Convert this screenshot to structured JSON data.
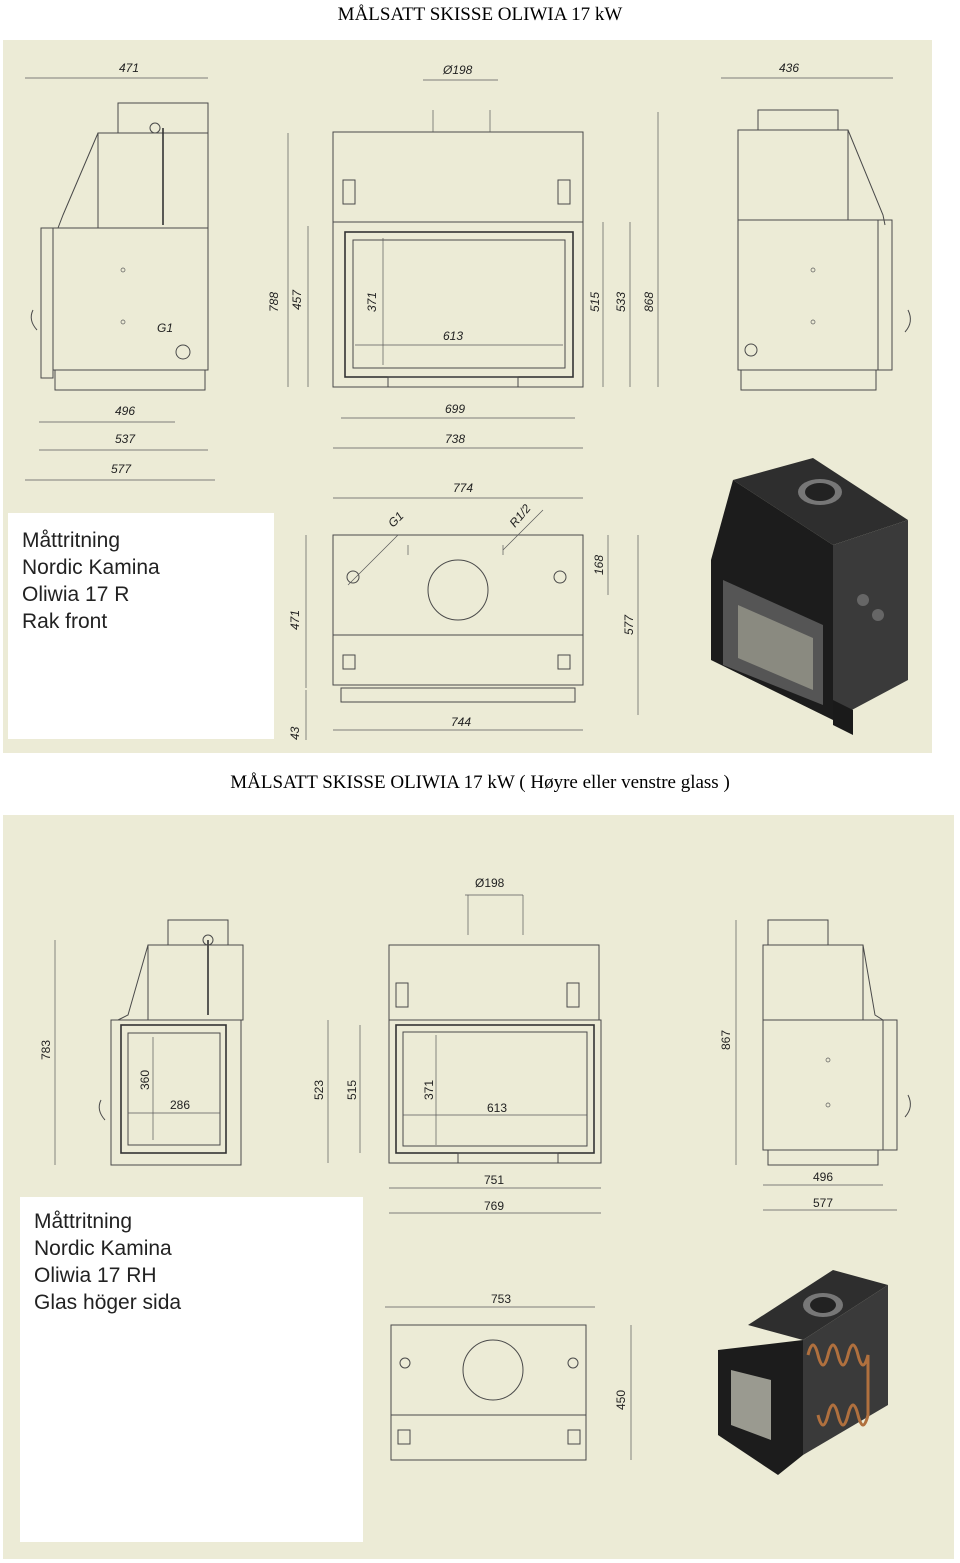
{
  "titles": {
    "top": "MÅLSATT SKISSE OLIWIA 17 kW",
    "bottom": "MÅLSATT SKISSE OLIWIA 17 kW ( Høyre eller venstre glass )"
  },
  "sheet1": {
    "label_lines": [
      "Måttritning",
      "Nordic Kamina",
      "Oliwia 17 R",
      "Rak front"
    ],
    "dims": {
      "side_top": "471",
      "side_b1": "496",
      "side_b2": "537",
      "side_b3": "577",
      "g1": "G1",
      "front_d198": "Ø198",
      "front_788": "788",
      "front_457": "457",
      "front_371": "371",
      "front_613": "613",
      "front_515": "515",
      "front_533": "533",
      "front_868": "868",
      "front_699": "699",
      "front_738": "738",
      "right_436": "436",
      "top_774": "774",
      "top_g1": "G1",
      "top_r12": "R1/2",
      "top_168": "168",
      "top_471": "471",
      "top_577": "577",
      "top_43": "43",
      "top_744": "744"
    }
  },
  "sheet2": {
    "label_lines": [
      "Måttritning",
      "Nordic Kamina",
      "Oliwia 17 RH",
      "Glas höger sida"
    ],
    "dims": {
      "d198": "Ø198",
      "left_783": "783",
      "left_360": "360",
      "left_286": "286",
      "f_523": "523",
      "f_515": "515",
      "f_371": "371",
      "f_613": "613",
      "f_751": "751",
      "f_769": "769",
      "r_867": "867",
      "r_496": "496",
      "r_577": "577",
      "t_753": "753",
      "t_450": "450"
    }
  }
}
